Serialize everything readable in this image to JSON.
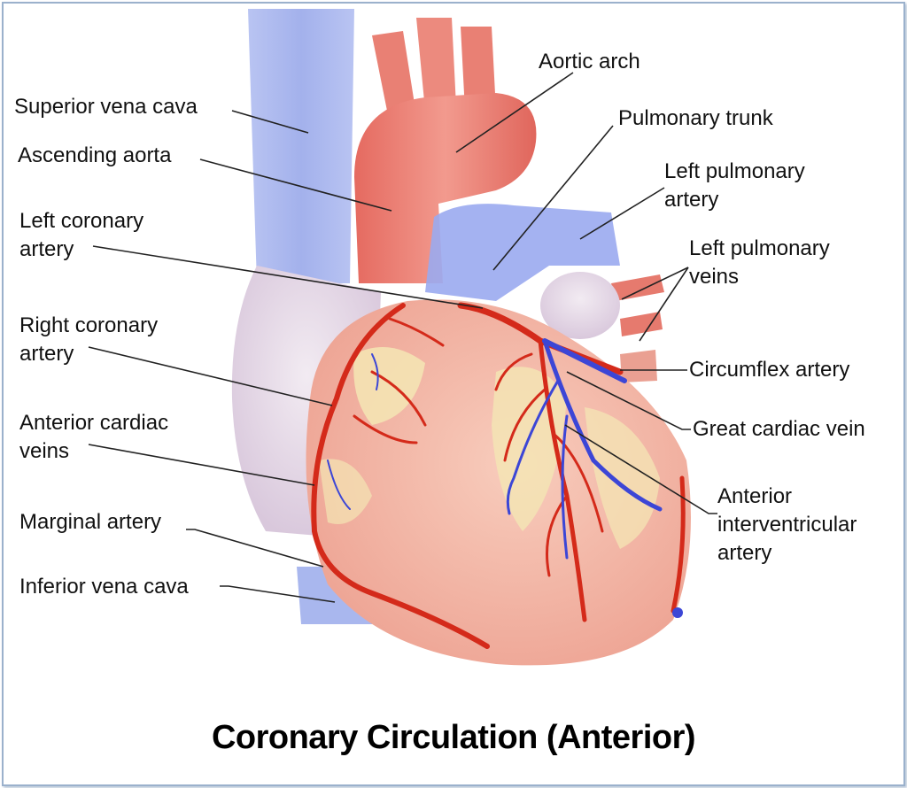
{
  "title": "Coronary Circulation (Anterior)",
  "labels": {
    "superior_vena_cava": "Superior vena cava",
    "ascending_aorta": "Ascending aorta",
    "left_coronary_artery": "Left coronary\nartery",
    "right_coronary_artery": "Right coronary\nartery",
    "anterior_cardiac_veins": "Anterior cardiac\nveins",
    "marginal_artery": "Marginal artery",
    "inferior_vena_cava": "Inferior vena cava",
    "aortic_arch": "Aortic arch",
    "pulmonary_trunk": "Pulmonary trunk",
    "left_pulmonary_artery": "Left pulmonary\nartery",
    "left_pulmonary_veins": "Left pulmonary\nveins",
    "circumflex_artery": "Circumflex artery",
    "great_cardiac_vein": "Great cardiac vein",
    "anterior_interventricular_artery": "Anterior\ninterventricular\nartery"
  },
  "colors": {
    "vein_blue": "#a9b7ee",
    "artery_red": "#e9756b",
    "heart_pink": "#f3b8a8",
    "vessel_red": "#d42a1a",
    "vessel_blue": "#3c46d6",
    "fat_yellow": "#f4e6b4",
    "frame_border": "#9bb1cc"
  }
}
